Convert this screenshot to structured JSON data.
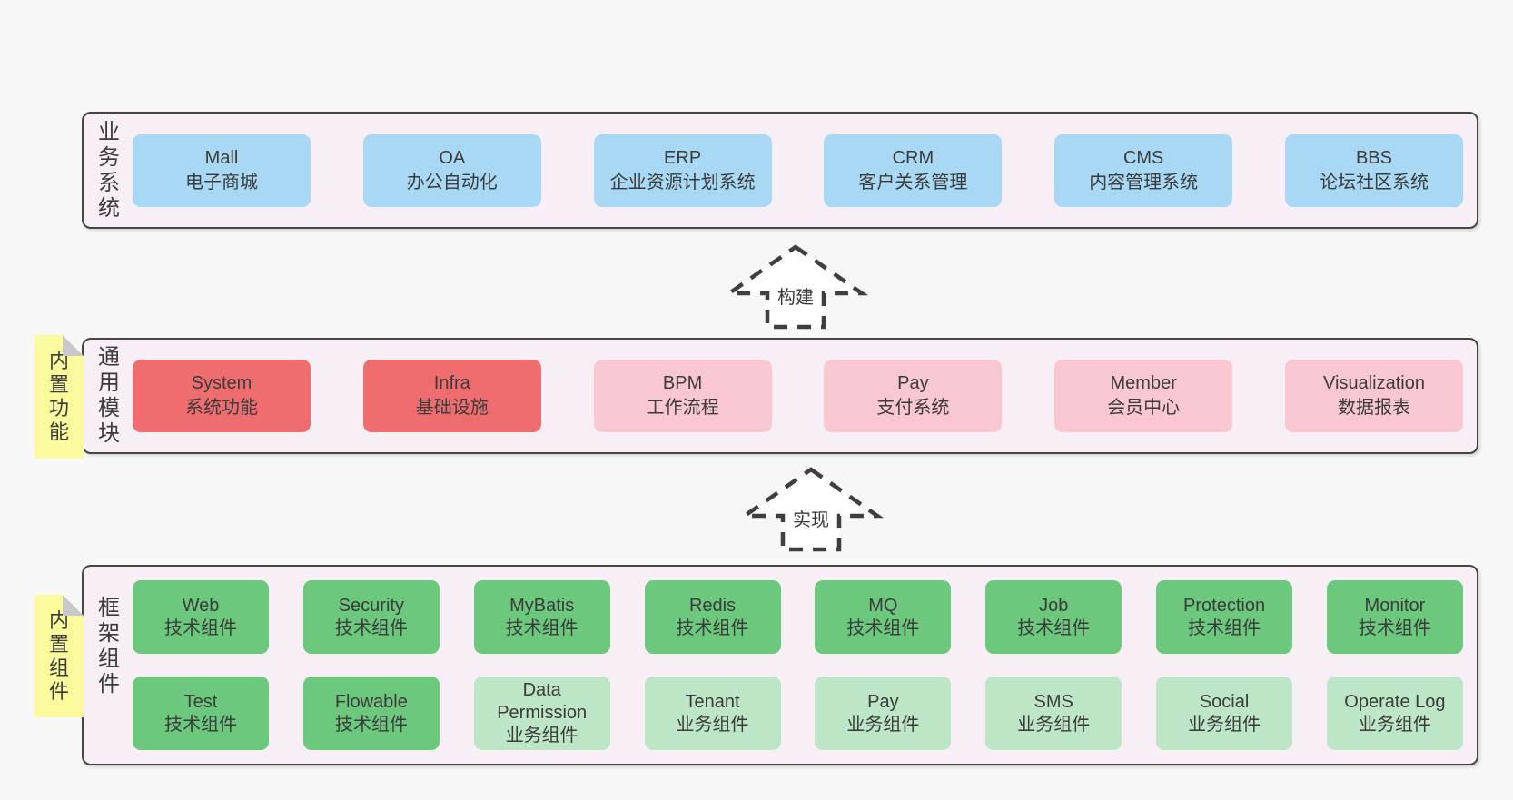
{
  "colors": {
    "page_bg": "#f7f7f7",
    "layer_bg": "#f8eef6",
    "layer_border": "#454545",
    "box_blue": "#a8d8f3",
    "box_red": "#f06d6f",
    "box_pink": "#f9c7d2",
    "box_green": "#6bc87d",
    "box_light_green": "#bce6c6",
    "note_bg": "#fbfb9d",
    "note_fold": "#c8c8c8",
    "text": "#3b3b3b",
    "arrow_line": "#3f3f3f"
  },
  "arrows": [
    {
      "label": "构建"
    },
    {
      "label": "实现"
    }
  ],
  "layers": [
    {
      "label": "业务系统",
      "boxes": [
        {
          "name": "Mall",
          "desc": "电子商城",
          "type": "blue"
        },
        {
          "name": "OA",
          "desc": "办公自动化",
          "type": "blue"
        },
        {
          "name": "ERP",
          "desc": "企业资源计划系统",
          "type": "blue"
        },
        {
          "name": "CRM",
          "desc": "客户关系管理",
          "type": "blue"
        },
        {
          "name": "CMS",
          "desc": "内容管理系统",
          "type": "blue"
        },
        {
          "name": "BBS",
          "desc": "论坛社区系统",
          "type": "blue"
        }
      ]
    },
    {
      "label": "通用模块",
      "note": "内置功能",
      "boxes": [
        {
          "name": "System",
          "desc": "系统功能",
          "type": "red"
        },
        {
          "name": "Infra",
          "desc": "基础设施",
          "type": "red"
        },
        {
          "name": "BPM",
          "desc": "工作流程",
          "type": "pink"
        },
        {
          "name": "Pay",
          "desc": "支付系统",
          "type": "pink"
        },
        {
          "name": "Member",
          "desc": "会员中心",
          "type": "pink"
        },
        {
          "name": "Visualization",
          "desc": "数据报表",
          "type": "pink"
        }
      ]
    },
    {
      "label": "框架组件",
      "note": "内置组件",
      "rows": [
        [
          {
            "name": "Web",
            "desc": "技术组件",
            "type": "green"
          },
          {
            "name": "Security",
            "desc": "技术组件",
            "type": "green"
          },
          {
            "name": "MyBatis",
            "desc": "技术组件",
            "type": "green"
          },
          {
            "name": "Redis",
            "desc": "技术组件",
            "type": "green"
          },
          {
            "name": "MQ",
            "desc": "技术组件",
            "type": "green"
          },
          {
            "name": "Job",
            "desc": "技术组件",
            "type": "green"
          },
          {
            "name": "Protection",
            "desc": "技术组件",
            "type": "green"
          },
          {
            "name": "Monitor",
            "desc": "技术组件",
            "type": "green"
          }
        ],
        [
          {
            "name": "Test",
            "desc": "技术组件",
            "type": "green"
          },
          {
            "name": "Flowable",
            "desc": "技术组件",
            "type": "green"
          },
          {
            "name": "Data Permission",
            "desc": "业务组件",
            "type": "light-green"
          },
          {
            "name": "Tenant",
            "desc": "业务组件",
            "type": "light-green"
          },
          {
            "name": "Pay",
            "desc": "业务组件",
            "type": "light-green"
          },
          {
            "name": "SMS",
            "desc": "业务组件",
            "type": "light-green"
          },
          {
            "name": "Social",
            "desc": "业务组件",
            "type": "light-green"
          },
          {
            "name": "Operate Log",
            "desc": "业务组件",
            "type": "light-green"
          }
        ]
      ]
    }
  ]
}
